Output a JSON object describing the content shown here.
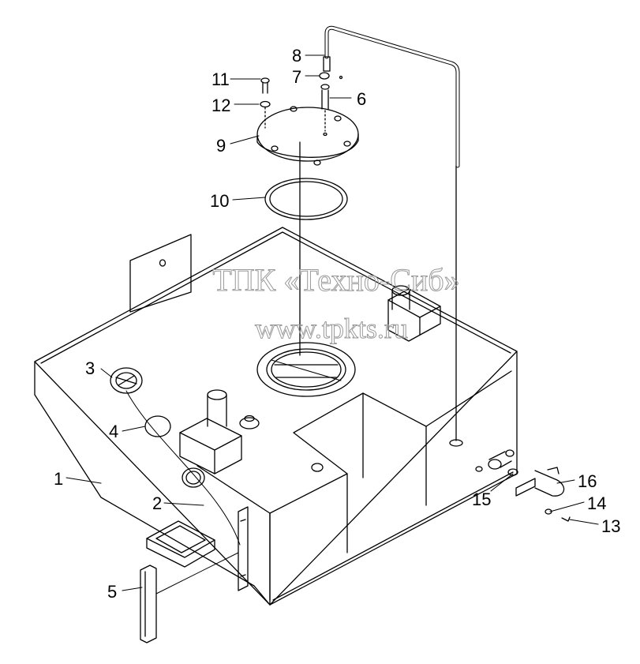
{
  "diagram": {
    "callouts": [
      "1",
      "2",
      "3",
      "4",
      "5",
      "6",
      "7",
      "8",
      "9",
      "10",
      "11",
      "12",
      "13",
      "14",
      "15",
      "16"
    ]
  },
  "watermark": {
    "line1": "ТПК «Техно-Сиб»",
    "line2": "www.tpkts.ru"
  },
  "colors": {
    "line": "#000000",
    "watermark": "#9a9a9a",
    "background": "#ffffff"
  }
}
